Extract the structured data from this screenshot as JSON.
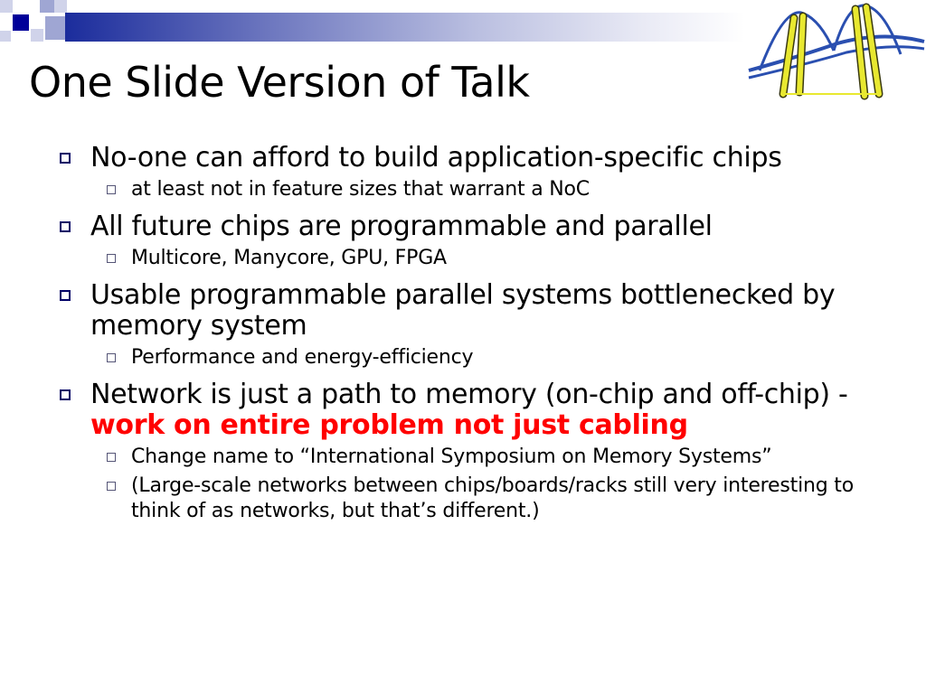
{
  "slide": {
    "title": "One Slide Version of Talk",
    "points": [
      {
        "text": "No-one can afford to build application-specific chips",
        "sub": [
          "at least not in feature sizes that warrant a NoC"
        ]
      },
      {
        "text": "All future chips are programmable and parallel",
        "sub": [
          "Multicore, Manycore, GPU, FPGA"
        ]
      },
      {
        "text": "Usable programmable parallel systems bottlenecked by memory system",
        "sub": [
          "Performance and energy-efficiency"
        ]
      },
      {
        "text": "Network is just a path to memory (on-chip and off-chip) - ",
        "emphasis": "work on entire problem not just cabling",
        "sub": [
          "Change name to “International Symposium on Memory Systems”",
          "(Large-scale networks between chips/boards/racks still very interesting to think of as networks, but that’s different.)"
        ]
      }
    ]
  },
  "colors": {
    "accent_navy": "#000099",
    "emphasis_red": "#ff0000",
    "logo_yellow": "#e8e830",
    "logo_blue": "#2a4fb0"
  },
  "icons": {
    "bullet_level1": "hollow-square-icon",
    "bullet_level2": "hollow-square-small-icon",
    "logo": "bridge-logo-icon"
  }
}
